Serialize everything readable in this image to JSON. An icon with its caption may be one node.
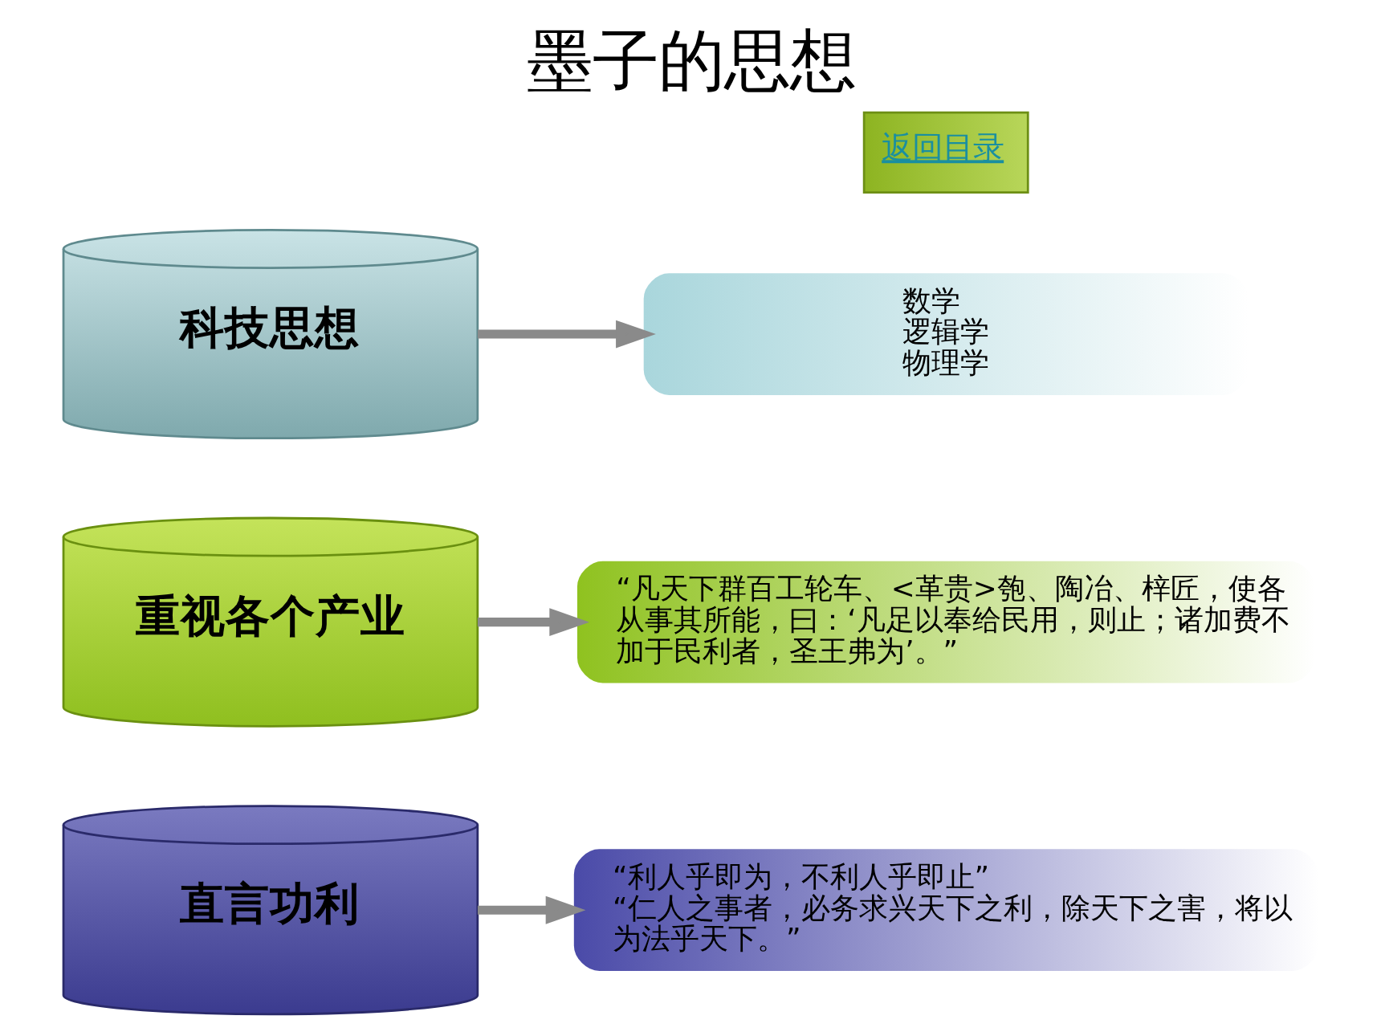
{
  "diagram": {
    "title": "墨子的思想",
    "nodes": [
      {
        "text": [
          "直言功利"
        ]
      },
      {
        "text": [
          "“利人乎即为，不利人乎即止”",
          "“仁人之事者，必务求兴天下之利，除天下之害，将以为法乎天下。”"
        ]
      },
      {
        "text": [
          "重视各个产业"
        ]
      },
      {
        "text": [
          "“凡天下群百工轮车、<革贵>匏、陶冶、梓匠，使各从事其所能，曰：‘凡足以奉给民用，则止；诸加费不加于民利者，圣王弗为’。”"
        ]
      },
      {
        "text": [
          "科技思想"
        ]
      },
      {
        "text": [
          "数学",
          "逻辑学",
          "物理学"
        ]
      },
      {
        "text": [
          "返回目录"
        ]
      }
    ],
    "edges": [
      {
        "from": 0,
        "to": 1,
        "arrow": "to"
      },
      {
        "from": 2,
        "to": 3,
        "arrow": "to"
      },
      {
        "from": 4,
        "to": 5,
        "arrow": "to"
      }
    ]
  }
}
